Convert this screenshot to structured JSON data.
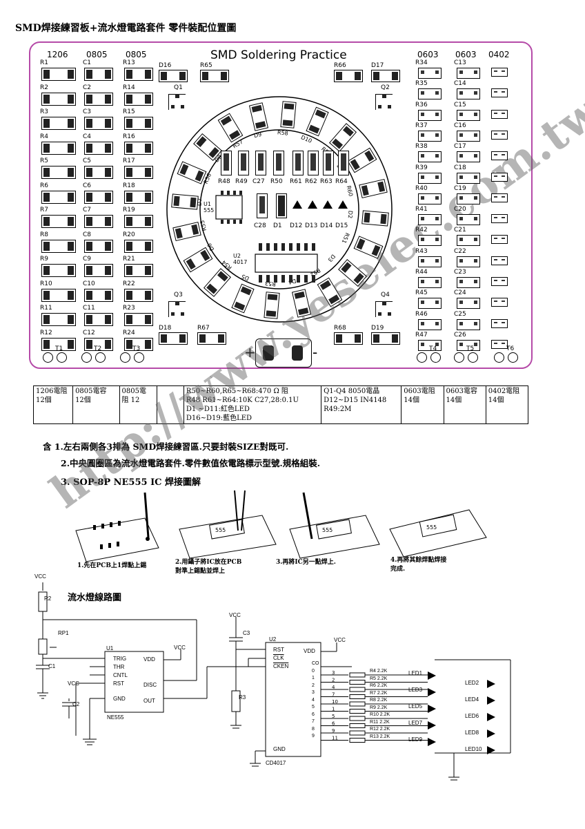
{
  "doc": {
    "title": "SMD焊接練習板+流水燈電路套件 零件裝配位置圖"
  },
  "board": {
    "title": "SMD Soldering Practice",
    "col_headers_left": [
      "1206",
      "0805",
      "0805"
    ],
    "col_headers_right": [
      "0603",
      "0603",
      "0402"
    ],
    "left_cols": [
      [
        "R1",
        "R2",
        "R3",
        "R4",
        "R5",
        "R6",
        "R7",
        "R8",
        "R9",
        "R10",
        "R11",
        "R12"
      ],
      [
        "C1",
        "C2",
        "C3",
        "C4",
        "C5",
        "C6",
        "C7",
        "C8",
        "C9",
        "C10",
        "C11",
        "C12"
      ],
      [
        "R13",
        "R14",
        "R15",
        "R16",
        "R17",
        "R18",
        "R19",
        "R20",
        "R21",
        "R22",
        "R23",
        "R24"
      ]
    ],
    "right_cols": [
      [
        "R34",
        "R35",
        "R36",
        "R37",
        "R38",
        "R39",
        "R40",
        "R41",
        "R42",
        "R43",
        "R44",
        "R45",
        "R46",
        "R47"
      ],
      [
        "C13",
        "C14",
        "C15",
        "C16",
        "C17",
        "C18",
        "C19",
        "C20",
        "C21",
        "C22",
        "C23",
        "C24",
        "C25",
        "C26"
      ]
    ],
    "top_parts": [
      "D16",
      "R65",
      "R66",
      "D17"
    ],
    "bottom_parts": [
      "D18",
      "R67",
      "R68",
      "D19"
    ],
    "transistors": [
      "Q1",
      "Q2",
      "Q3",
      "Q4"
    ],
    "ring_parts": [
      "R58",
      "D10",
      "R59",
      "D11",
      "R60",
      "D2",
      "R51",
      "D3",
      "R52",
      "D4",
      "R53",
      "D5",
      "R54",
      "D6",
      "R55",
      "D7",
      "R56",
      "D8",
      "R57",
      "D9"
    ],
    "center_top": [
      "R48",
      "R49",
      "C27",
      "R50",
      "R61",
      "R62",
      "R63",
      "R64"
    ],
    "center_mid": [
      "C28",
      "D1",
      "D12",
      "D13",
      "D14",
      "D15"
    ],
    "u1": [
      "U1",
      "555"
    ],
    "u2": [
      "U2",
      "4017"
    ],
    "terminals": [
      "T1",
      "T2",
      "T3",
      "T4",
      "T5",
      "T6"
    ],
    "plus": "+",
    "minus": "-"
  },
  "table": {
    "cells": [
      "1206電阻 12個",
      "0805電容 12個",
      "0805電 阻 12",
      "",
      "R50~R60,R65~R68:470 Ω 阻\nR48 R61~R64:10K C27,28:0.1U\nD1 ~D11:紅色LED\nD16~D19:藍色LED",
      "Q1-Q4     8050電晶\nD12~D15  IN4148\nR49:2M",
      "0603電阻 14個",
      "0603電容 14個",
      "0402電阻 14個"
    ]
  },
  "notes": {
    "n1": "含 1.左右兩側各3排為 SMD焊接練習區.只要封裝SIZE對既可.",
    "n2": "2.中央圓圈區為流水燈電路套件.零件數值依電路標示型號.規格組裝.",
    "n3_num": "3.",
    "n3": "SOP-8P NE555 IC 焊接圖解"
  },
  "steps": [
    "1.先在PCB上1焊點上錫",
    "2.用鑷子將IC放在PCB\n對準上錫點並焊上",
    "3.再將IC另一點焊上.",
    "4.再將其餘焊點焊接\n完成."
  ],
  "schematic": {
    "title": "流水燈線路圖",
    "vcc": "VCC",
    "r2": "R2",
    "rp1": "RP1",
    "c1": "C1",
    "c2": "C2",
    "c3": "C3",
    "r3": "R3",
    "u1_pins_left": [
      "TRIG",
      "THR",
      "CNTL",
      "RST",
      "GND"
    ],
    "u1_pins_right": [
      "VDD",
      "DISC",
      "OUT"
    ],
    "u1_name": "U1",
    "u1_part": "NE555",
    "u2_name": "U2",
    "u2_part": "CD4017",
    "u2_pins_left": [
      "RST",
      "CLK",
      "CKEN",
      "GND"
    ],
    "u2_pins_right": [
      "VDD",
      "CO",
      "0",
      "1",
      "2",
      "3",
      "4",
      "5",
      "6",
      "7",
      "8",
      "9"
    ],
    "resistors": [
      "R4 2.2K",
      "R5 2.2K",
      "R6 2.2K",
      "R7 2.2K",
      "R8 2.2K",
      "R9 2.2K",
      "R10 2.2K",
      "R11 2.2K",
      "R12 2.2K",
      "R13 2.2K"
    ],
    "leds_left": [
      "LED1",
      "LED3",
      "LED5",
      "LED7",
      "LED9"
    ],
    "leds_right": [
      "LED2",
      "LED4",
      "LED6",
      "LED8",
      "LED10"
    ]
  },
  "watermark": "http://www.yeselec.com.tw"
}
